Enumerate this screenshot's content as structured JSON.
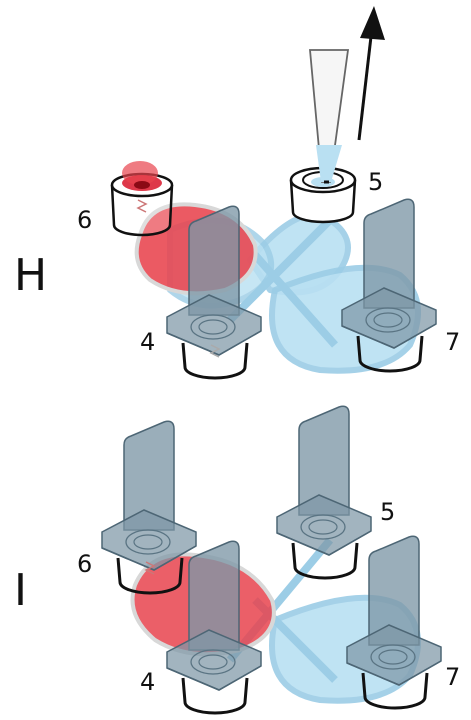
{
  "panels": [
    {
      "letter": "H",
      "labels": {
        "port6": "6",
        "port5": "5",
        "port4": "4",
        "port7": "7"
      },
      "state": "pipette withdrawing from port 5; port 6 filled red; ports 4 and 7 capped"
    },
    {
      "letter": "I",
      "labels": {
        "port6": "6",
        "port5": "5",
        "port4": "4",
        "port7": "7"
      },
      "state": "all four ports capped"
    }
  ],
  "colors": {
    "red_fill": "#e8434d",
    "red_dark": "#c8101e",
    "blue_fill": "#b9e0f2",
    "blue_edge": "#9ccde6",
    "cap_fill": "#7e97a6",
    "cap_edge": "#4d6675",
    "well_ring": "#111111"
  },
  "icons": [
    "up-arrow-icon",
    "pipette-tip",
    "valve-cap"
  ]
}
